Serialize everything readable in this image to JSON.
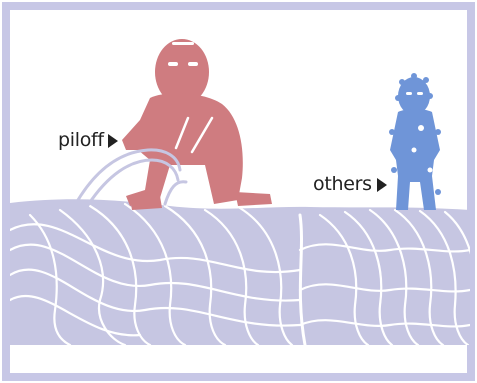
{
  "labels": {
    "piloff": "piloff",
    "others": "others"
  },
  "icons": {
    "piloff_pointer": "triangle-right",
    "others_pointer": "triangle-right"
  },
  "colors": {
    "frame": "#c7c7e6",
    "rope": "#c6c6e2",
    "rope_highlight": "#ffffff",
    "red_figure": "#cf7c80",
    "blue_figure": "#6f95d8",
    "label_text": "#222222",
    "background": "#ffffff"
  }
}
